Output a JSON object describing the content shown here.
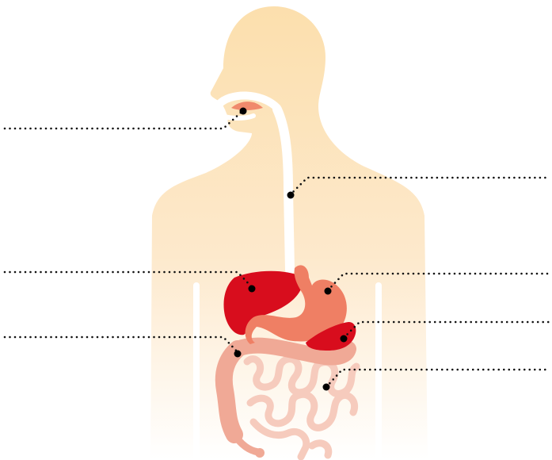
{
  "diagram": {
    "title": "",
    "labels": [],
    "colors": {
      "body_top": "#fcdfad",
      "body_bottom": "#ffffff",
      "pipe": "#ffffff",
      "mouth": "#f08a6c",
      "liver": "#d80d1d",
      "stomach": "#ef7f64",
      "spleen": "#d80d1d",
      "large_intestine": "#f0a996",
      "small_intestine": "#f6cbbd",
      "leader_line": "#111111",
      "dot": "#000000"
    },
    "organs": [
      {
        "name": "mouth"
      },
      {
        "name": "esophagus"
      },
      {
        "name": "liver"
      },
      {
        "name": "stomach"
      },
      {
        "name": "large-intestine"
      },
      {
        "name": "spleen"
      },
      {
        "name": "small-intestine"
      }
    ]
  }
}
